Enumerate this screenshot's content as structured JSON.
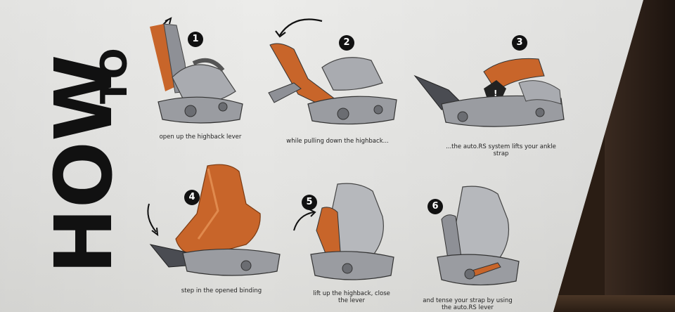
{
  "title": {
    "word_how": "HOW",
    "word_to": "TO"
  },
  "steps": [
    {
      "number": "1",
      "caption": "open up the highback lever"
    },
    {
      "number": "2",
      "caption": "while pulling down the highback..."
    },
    {
      "number": "3",
      "caption": "...the auto.RS system lifts your ankle strap"
    },
    {
      "number": "4",
      "caption": "step in the opened binding"
    },
    {
      "number": "5",
      "caption": "lift up the highback, close the lever"
    },
    {
      "number": "6",
      "caption": "and tense your strap by using the auto.RS lever"
    }
  ],
  "colors": {
    "accent": "#c8652a",
    "binding_gray": "#8e9096",
    "ink": "#111111",
    "panel": "#e8e8e6"
  }
}
